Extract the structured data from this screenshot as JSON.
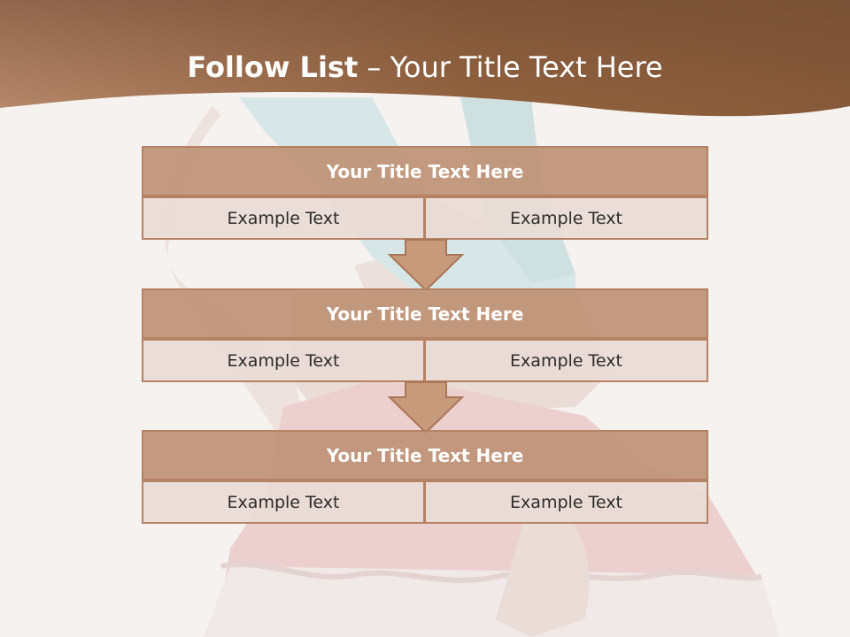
{
  "slide": {
    "title_bold": "Follow List",
    "title_rest": " – Your Title Text Here"
  },
  "steps": [
    {
      "title": "Your Title Text Here",
      "left_text": "Example Text",
      "right_text": "Example Text"
    },
    {
      "title": "Your Title Text Here",
      "left_text": "Example Text",
      "right_text": "Example Text"
    },
    {
      "title": "Your Title Text Here",
      "left_text": "Example Text",
      "right_text": "Example Text"
    }
  ],
  "colors": {
    "header_band": "#8a5a3c",
    "step_title_fill": "#c09476",
    "step_cell_fill": "#eadbd6",
    "border": "#b58264",
    "arrow": "#c79a7c"
  },
  "icons": [
    "down-arrow-icon"
  ]
}
